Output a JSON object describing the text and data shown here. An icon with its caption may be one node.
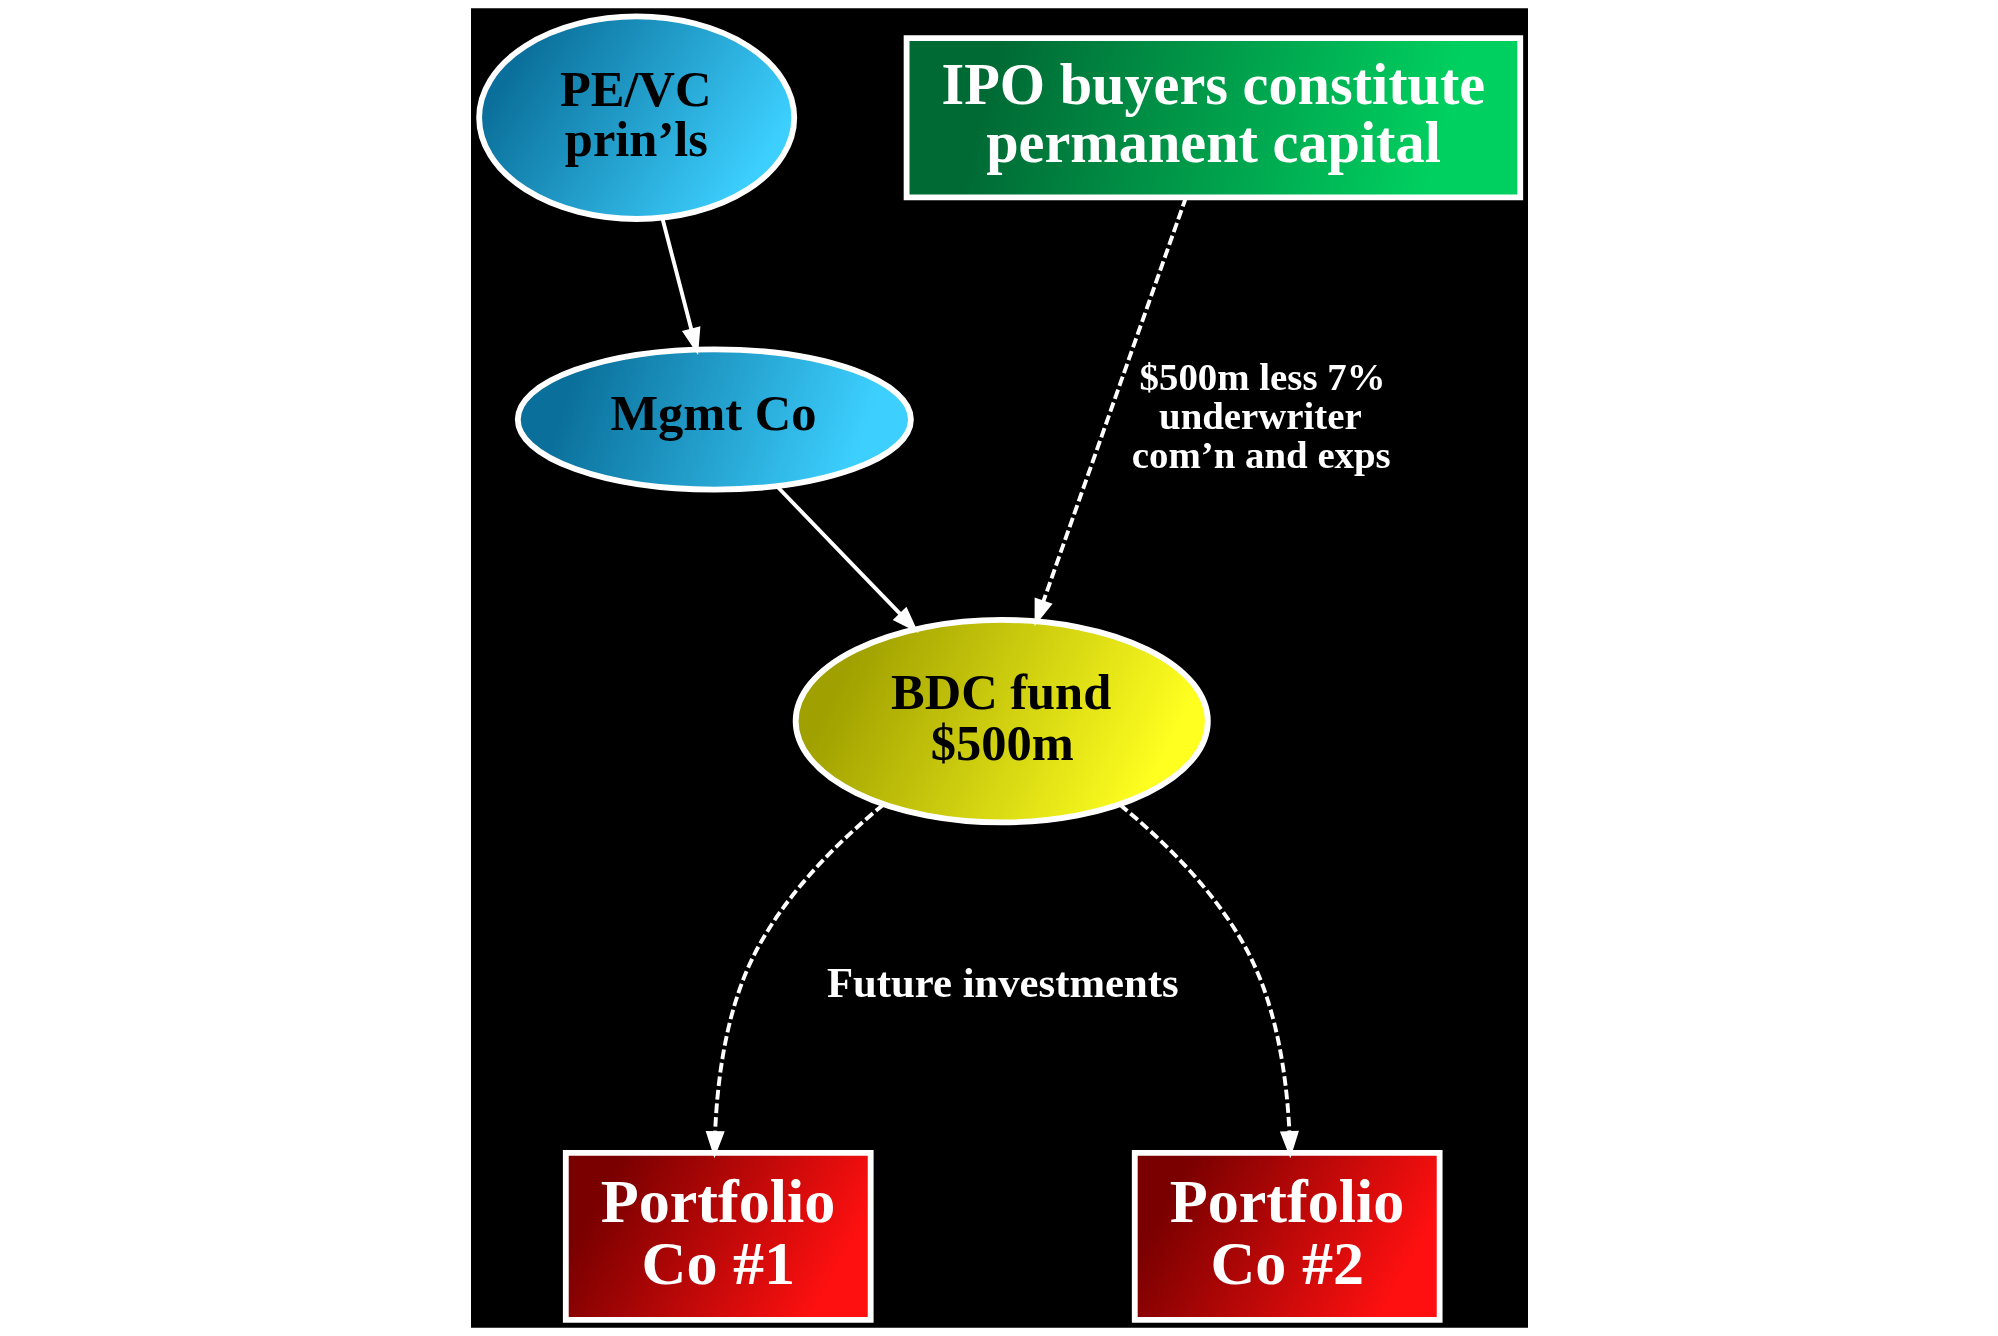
{
  "diagram": {
    "nodes": [
      {
        "text": [
          "PE/VC prin’ls"
        ]
      },
      {
        "text": [
          "IPO buyers constitute permanent capital"
        ]
      },
      {
        "text": [
          "Mgmt Co"
        ]
      },
      {
        "text": [
          "BDC fund $500m"
        ]
      },
      {
        "text": [
          "Portfolio Co #1"
        ]
      },
      {
        "text": [
          "Portfolio Co #2"
        ]
      }
    ],
    "edges": [
      {
        "from": 0,
        "to": 2,
        "arrow": "to"
      },
      {
        "from": 2,
        "to": 3,
        "arrow": "to"
      },
      {
        "from": 1,
        "to": 3,
        "arrow": "to",
        "style": "dashed",
        "label": "$500m less 7% underwriter com’n and exps"
      },
      {
        "from": 3,
        "to": 4,
        "arrow": "to",
        "style": "dashed"
      },
      {
        "from": 3,
        "to": 5,
        "arrow": "to",
        "style": "dashed"
      }
    ],
    "labels": [
      "Future investments"
    ]
  }
}
